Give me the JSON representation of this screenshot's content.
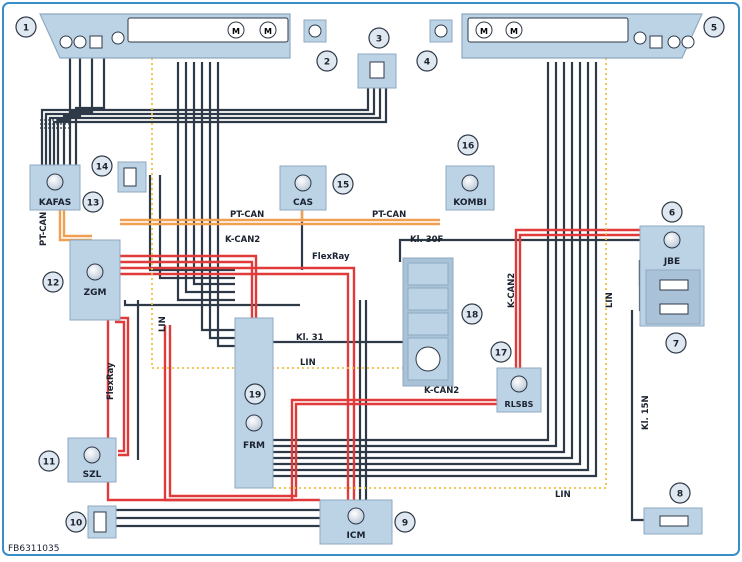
{
  "figure_code": "FB6311035",
  "callouts": [
    "1",
    "2",
    "3",
    "4",
    "5",
    "6",
    "7",
    "8",
    "9",
    "10",
    "11",
    "12",
    "13",
    "14",
    "15",
    "16",
    "17",
    "18",
    "19"
  ],
  "modules": {
    "kafas": "KAFAS",
    "cas": "CAS",
    "kombi": "KOMBI",
    "zgm": "ZGM",
    "jbe": "JBE",
    "frm": "FRM",
    "szl": "SZL",
    "icm": "ICM",
    "rlsbs": "RLSBS"
  },
  "wire_labels": {
    "pt_can_1": "PT-CAN",
    "pt_can_2": "PT-CAN",
    "pt_can_vertical": "PT-CAN",
    "k_can2_1": "K-CAN2",
    "k_can2_2": "K-CAN2",
    "k_can2_vertical": "K-CAN2",
    "flexray_1": "FlexRay",
    "flexray_vertical": "FlexRay",
    "kl30f": "Kl. 30F",
    "kl31": "Kl. 31",
    "kl15n": "Kl. 15N",
    "lin_1": "LIN",
    "lin_2": "LIN",
    "lin_3": "LIN",
    "lin_4": "LIN"
  },
  "colors": {
    "frame": "#3a8ec8",
    "module_fill": "#bcd3e6",
    "module_stroke": "#8fa9c0",
    "wire_dark": "#2f3a48",
    "wire_red": "#e03a3a",
    "wire_orange": "#f0a050",
    "wire_lin": "#f0c040",
    "callout_fill": "#dfe7f0"
  }
}
